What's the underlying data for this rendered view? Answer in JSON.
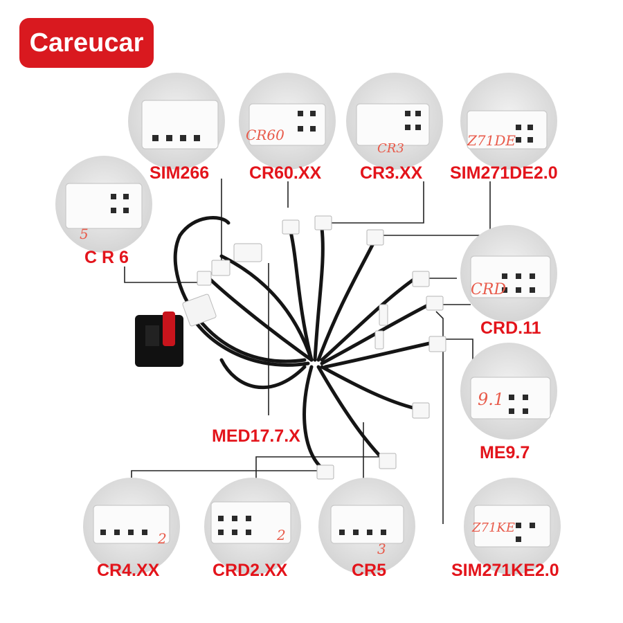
{
  "brand": {
    "name": "Careucar",
    "color": "#d9191f"
  },
  "label_color": "#e3141b",
  "labels": {
    "sim266": "SIM266",
    "cr60": "CR60.XX",
    "cr3": "CR3.XX",
    "sim271de": "SIM271DE2.0",
    "cr6": "C R 6",
    "crd11": "CRD.11",
    "med177": "MED17.7.X",
    "me97": "ME9.7",
    "cr4": "CR4.XX",
    "crd2": "CRD2.XX",
    "cr5": "CR5",
    "sim271ke": "SIM271KE2.0"
  },
  "handwritten": {
    "cr60": "CR60",
    "cr3": "CR3",
    "sim271de": "Z71DE",
    "cr6": "5",
    "crd11": "CRD",
    "me97": "9.1",
    "cr4": "2",
    "crd2": "2",
    "cr5": "3",
    "sim271ke": "Z71KE"
  }
}
